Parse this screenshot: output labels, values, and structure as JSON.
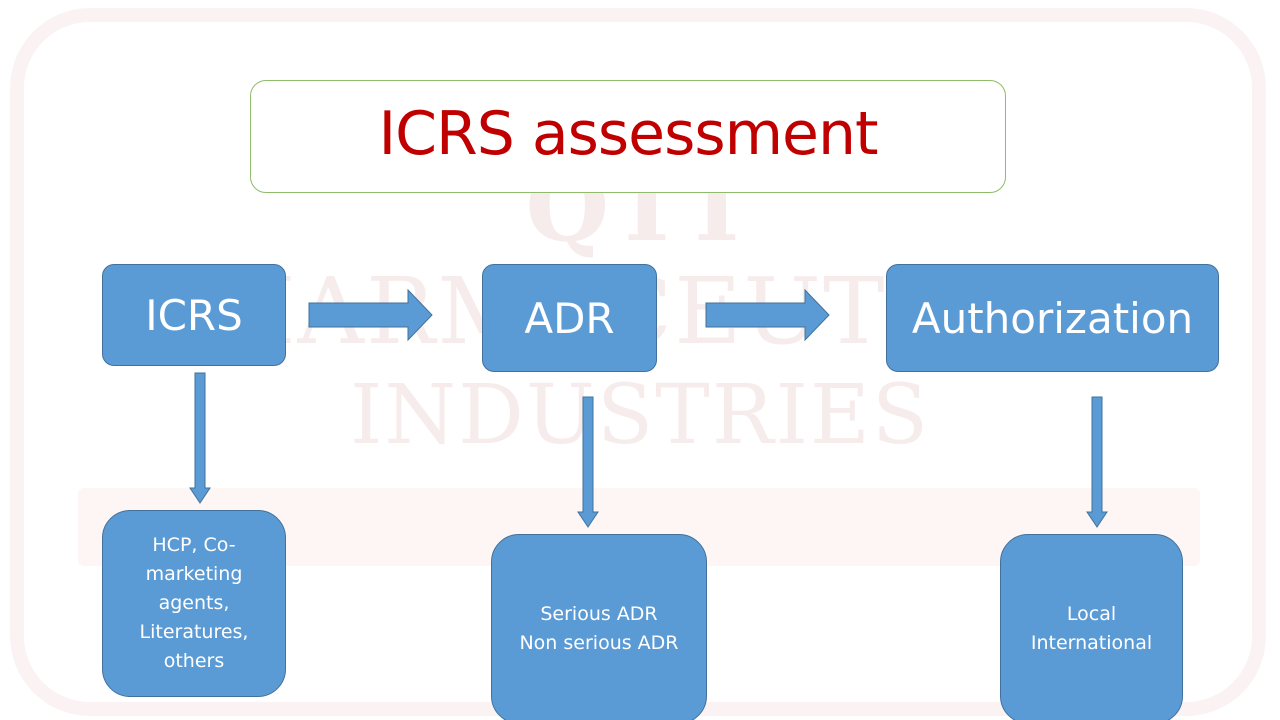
{
  "title": "ICRS assessment",
  "watermark": {
    "line1": "QTT",
    "line2": "PHARMACEUTICAL",
    "line3": "INDUSTRIES"
  },
  "nodes": {
    "icrs": "ICRS",
    "adr": "ADR",
    "authorization": "Authorization"
  },
  "details": {
    "icrs": [
      "HCP, Co-",
      "marketing",
      "agents,",
      "Literatures,",
      "others"
    ],
    "adr": [
      "Serious ADR",
      "Non serious ADR"
    ],
    "authorization": [
      "Local",
      "International"
    ]
  },
  "colors": {
    "box_fill": "#5b9bd5",
    "box_border": "#41719c",
    "title_text": "#c00000",
    "title_border": "#8fbc6a"
  }
}
